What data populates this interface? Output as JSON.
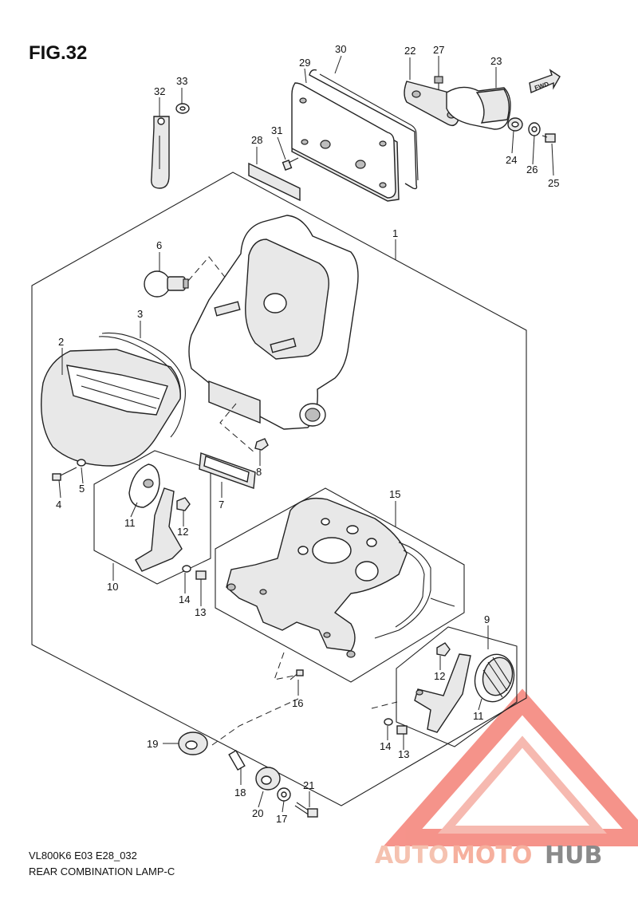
{
  "figure": {
    "title": "FIG.32",
    "code": "VL800K6 E03 E28_032",
    "name": "REAR COMBINATION LAMP-C"
  },
  "callouts": {
    "c1": "1",
    "c2": "2",
    "c3": "3",
    "c4": "4",
    "c5": "5",
    "c6": "6",
    "c7": "7",
    "c8": "8",
    "c9": "9",
    "c10": "10",
    "c11a": "11",
    "c11b": "11",
    "c12a": "12",
    "c12b": "12",
    "c13a": "13",
    "c13b": "13",
    "c14a": "14",
    "c14b": "14",
    "c15": "15",
    "c16": "16",
    "c17": "17",
    "c18": "18",
    "c19": "19",
    "c20": "20",
    "c21": "21",
    "c22": "22",
    "c23": "23",
    "c24": "24",
    "c25": "25",
    "c26": "26",
    "c27": "27",
    "c28": "28",
    "c29": "29",
    "c30": "30",
    "c31": "31",
    "c32": "32",
    "c33": "33"
  },
  "fwd_label": "FWD",
  "watermark": {
    "part1": "AUTO",
    "part2": "MOTO",
    "part3": "HUB",
    "color_primary": "#f5b7a8",
    "color_dark": "#888888",
    "triangle_color": "#ee3b2b"
  }
}
